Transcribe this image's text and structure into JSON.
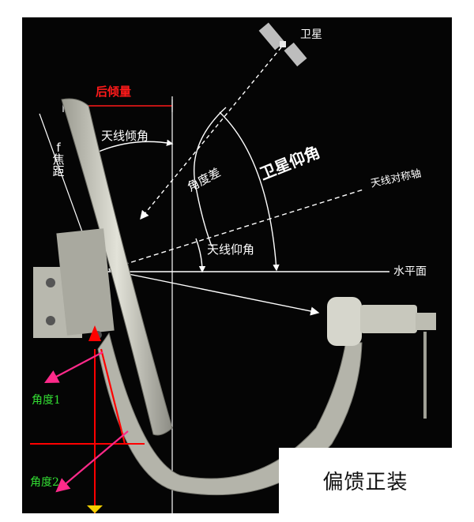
{
  "labels": {
    "satellite": "卫星",
    "rear_tilt": "后倾量",
    "antenna_tilt_angle": "天线倾角",
    "focal_length": "f焦距",
    "angle_difference": "角度差",
    "satellite_elevation": "卫星仰角",
    "antenna_symmetry_axis": "天线对称轴",
    "antenna_elevation": "天线仰角",
    "horizontal_plane": "水平面",
    "angle_1": "角度1",
    "angle_2": "角度2"
  },
  "caption": "偏馈正装",
  "colors": {
    "background": "#050505",
    "label": "#ffffff",
    "rear_tilt": "#ff1a1a",
    "angle_label": "#33dd33",
    "arrow_magenta": "#ff2a8a",
    "red_line": "#ff0000",
    "dish": "#cfcfc4"
  }
}
